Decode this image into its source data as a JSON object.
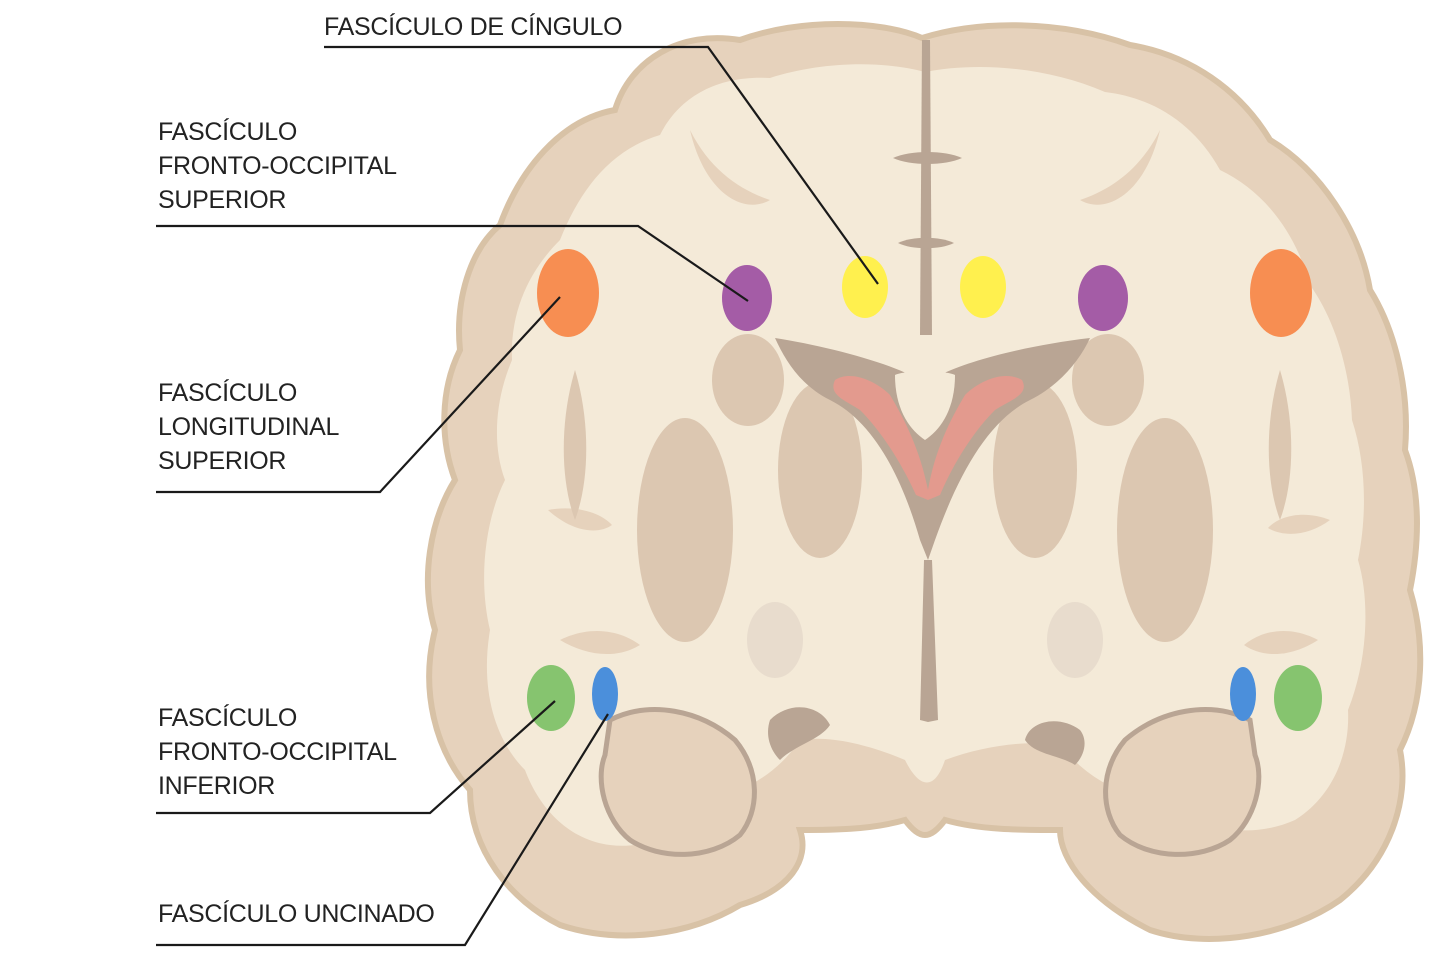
{
  "labels": {
    "cingulo": [
      "FASCÍCULO DE CÍNGULO"
    ],
    "fronto_occipital_superior": [
      "FASCÍCULO",
      "FRONTO-OCCIPITAL",
      "SUPERIOR"
    ],
    "longitudinal_superior": [
      "FASCÍCULO",
      "LONGITUDINAL",
      "SUPERIOR"
    ],
    "fronto_occipital_inferior": [
      "FASCÍCULO",
      "FRONTO-OCCIPITAL",
      "INFERIOR"
    ],
    "uncinado": [
      "FASCÍCULO UNCINADO"
    ]
  },
  "colors": {
    "cingulo": "#fff04e",
    "fronto_occipital_superior": "#a45ca6",
    "longitudinal_superior": "#f78e52",
    "fronto_occipital_inferior": "#86c46f",
    "uncinado": "#4b8fdb",
    "grey_matter": "#e6d2bc",
    "white_matter": "#f4ead8",
    "outline": "#d8c2a6",
    "deep_nuclei": "#dcc7b1",
    "ventricle": "#b9a594",
    "choroid": "#e39a8e",
    "leader_line": "#1a1a1a"
  }
}
